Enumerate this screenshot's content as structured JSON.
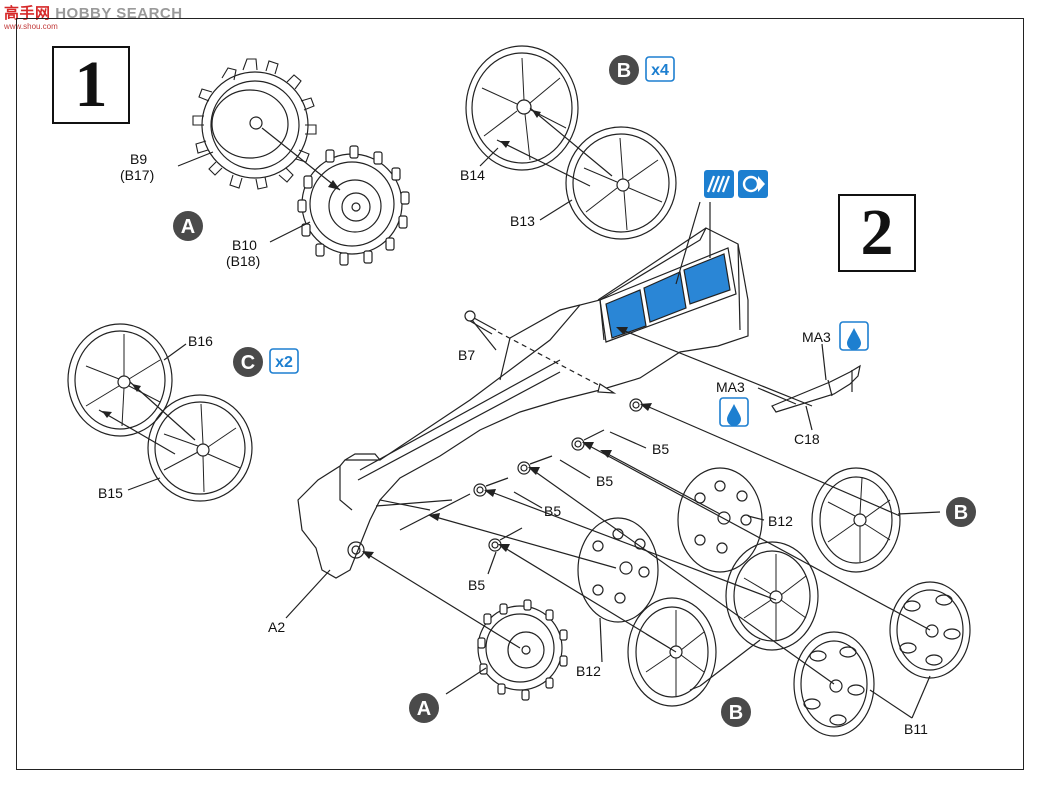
{
  "watermark": {
    "site": "HOBBY SEARCH",
    "cn_logo": "高手网",
    "sub": "www.shou.com"
  },
  "steps": [
    {
      "number": "1"
    },
    {
      "number": "2"
    }
  ],
  "part_labels": {
    "b9": "B9",
    "b17": "(B17)",
    "b10": "B10",
    "b18": "(B18)",
    "b14": "B14",
    "b13": "B13",
    "b16": "B16",
    "b15": "B15",
    "b7": "B7",
    "b5_1": "B5",
    "b5_2": "B5",
    "b5_3": "B5",
    "b5_4": "B5",
    "a2": "A2",
    "b12_upper": "B12",
    "b12_lower": "B12",
    "b11": "B11",
    "ma3_upper": "MA3",
    "ma3_lower": "MA3",
    "c18": "C18"
  },
  "callouts": {
    "a_step1": "A",
    "b_top": "B",
    "b_top_qty": "x4",
    "c_left": "C",
    "c_left_qty": "x2",
    "b_right": "B",
    "b_bottom": "B",
    "a_bottom": "A"
  },
  "colors": {
    "callout_circle": "#4a4a4a",
    "icon_blue": "#1d7fd0",
    "glass_blue": "#2a86d6",
    "line": "#222222"
  },
  "icons": [
    "paint-stripe-icon",
    "turn-arrow-icon",
    "glue-drop-icon"
  ]
}
